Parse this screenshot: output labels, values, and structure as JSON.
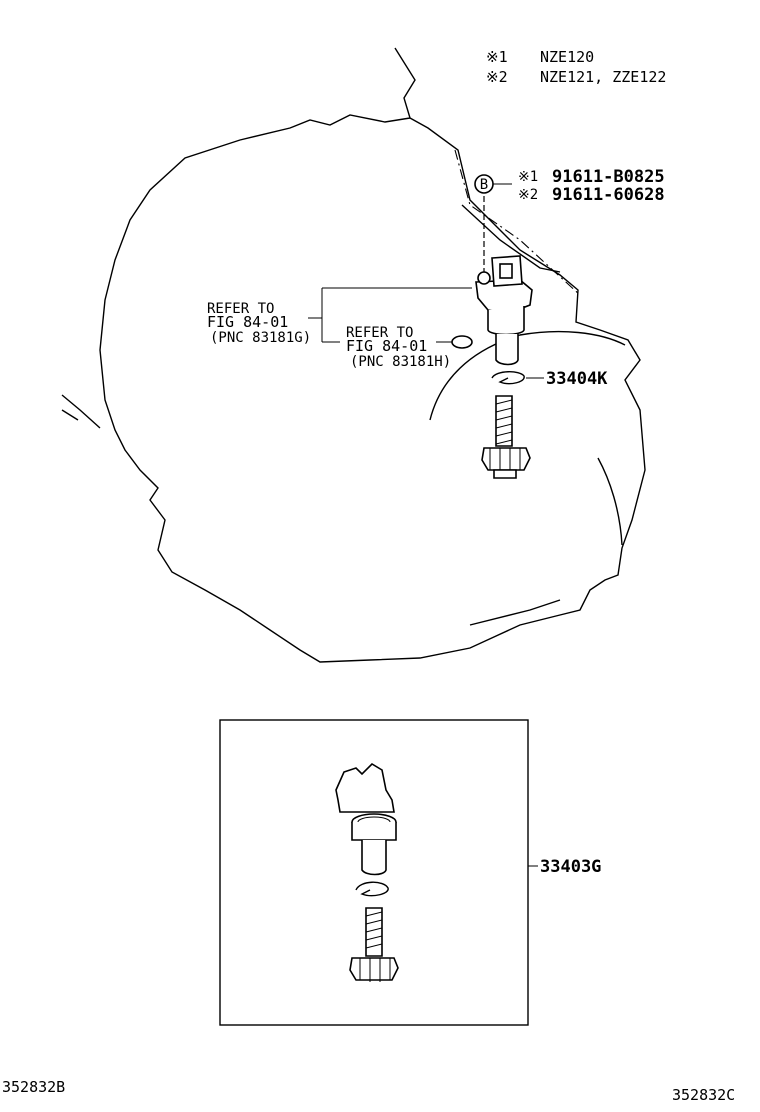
{
  "legend": [
    {
      "mark": "※1",
      "value": "NZE120"
    },
    {
      "mark": "※2",
      "value": "NZE121, ZZE122"
    }
  ],
  "bolt_callout": {
    "circle_label": "B",
    "items": [
      {
        "mark": "※1",
        "part": "91611-B0825"
      },
      {
        "mark": "※2",
        "part": "91611-60628"
      }
    ]
  },
  "refer_1": {
    "line1": "REFER TO",
    "line2": "FIG 84-01",
    "line3": "(PNC 83181G)"
  },
  "refer_2": {
    "line1": "REFER TO",
    "line2": "FIG 84-01",
    "line3": "(PNC 83181H)"
  },
  "part_33404K": "33404K",
  "part_33403G": "33403G",
  "footer_left": "352832B",
  "footer_right": "352832C"
}
